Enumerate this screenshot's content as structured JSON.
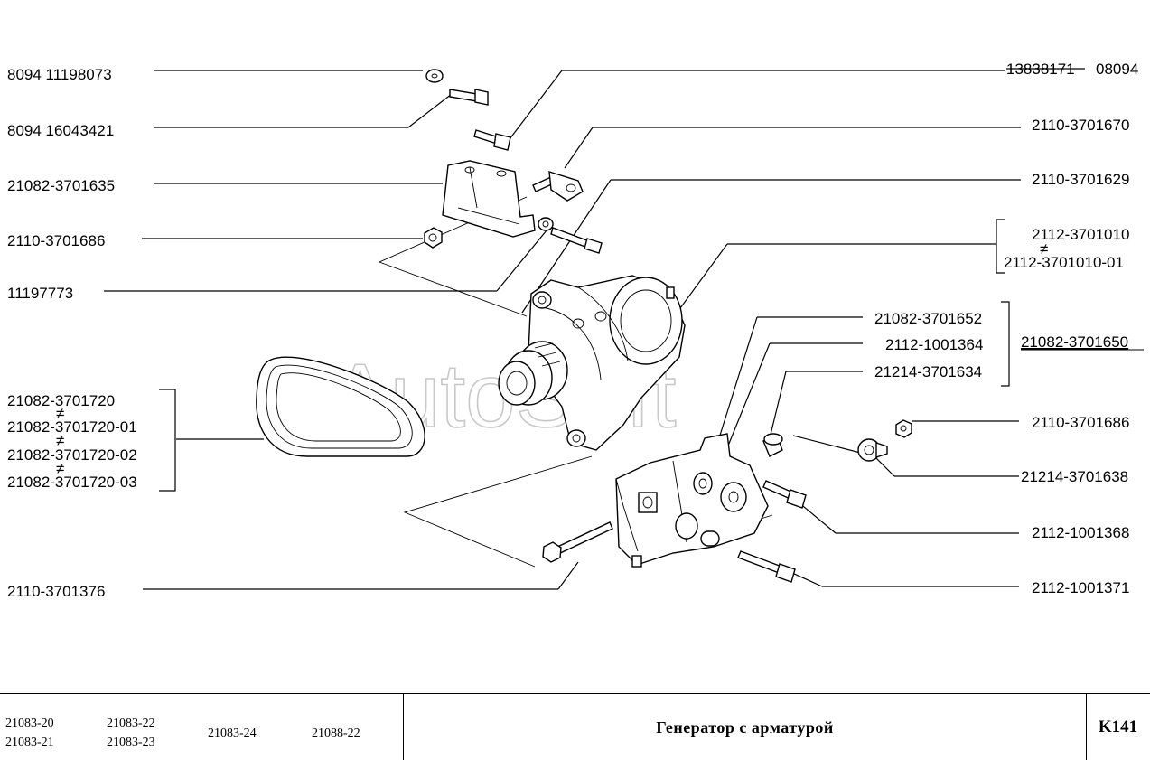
{
  "watermark": "AutoSoft",
  "labels": {
    "l_8094_11198073": "8094  11198073",
    "l_8094_16043421": "8094  16043421",
    "l_21082_3701635": "21082-3701635",
    "l_2110_3701686_a": "2110-3701686",
    "l_11197773": "11197773",
    "l_21082_3701720": "21082-3701720",
    "l_21082_3701720_01": "21082-3701720-01",
    "l_21082_3701720_02": "21082-3701720-02",
    "l_21082_3701720_03": "21082-3701720-03",
    "l_2110_3701376": "2110-3701376",
    "l_13838171": "13838171",
    "l_08094": "08094",
    "l_2110_3701670": "2110-3701670",
    "l_2110_3701629": "2110-3701629",
    "l_2112_3701010": "2112-3701010",
    "l_2112_3701010_01": "2112-3701010-01",
    "l_21082_3701652": "21082-3701652",
    "l_2112_1001364": "2112-1001364",
    "l_21214_3701634": "21214-3701634",
    "l_21082_3701650": "21082-3701650",
    "l_2110_3701686_b": "2110-3701686",
    "l_21214_3701638": "21214-3701638",
    "l_2112_1001368": "2112-1001368",
    "l_2112_1001371": "2112-1001371",
    "alt_mark": "≠"
  },
  "footer": {
    "models": [
      "21083-20",
      "21083-21",
      "21083-22",
      "21083-23",
      "21083-24",
      "21088-22"
    ],
    "title": "Генератор с арматурой",
    "code": "K141"
  }
}
